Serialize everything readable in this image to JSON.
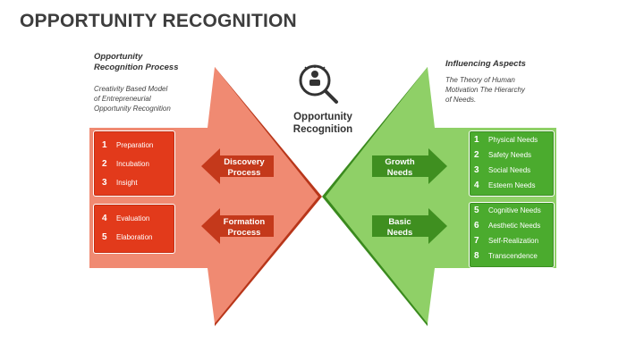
{
  "title": "OPPORTUNITY RECOGNITION",
  "center": {
    "label_line1": "Opportunity",
    "label_line2": "Recognition",
    "icon": "magnifier-idea-icon"
  },
  "left": {
    "heading_line1": "Opportunity",
    "heading_line2": "Recognition Process",
    "desc_line1": "Creativity Based Model",
    "desc_line2": "of Entrepreneurial",
    "desc_line3": "Opportunity Recognition",
    "arrow1_line1": "Discovery",
    "arrow1_line2": "Process",
    "arrow2_line1": "Formation",
    "arrow2_line2": "Process",
    "items": [
      {
        "num": "1",
        "label": "Preparation"
      },
      {
        "num": "2",
        "label": "Incubation"
      },
      {
        "num": "3",
        "label": "Insight"
      },
      {
        "num": "4",
        "label": "Evaluation"
      },
      {
        "num": "5",
        "label": "Elaboration"
      }
    ]
  },
  "right": {
    "heading": "Influencing Aspects",
    "desc_line1": "The Theory of Human",
    "desc_line2": "Motivation The Hierarchy",
    "desc_line3": "of Needs.",
    "arrow1_line1": "Growth",
    "arrow1_line2": "Needs",
    "arrow2_line1": "Basic",
    "arrow2_line2": "Needs",
    "items": [
      {
        "num": "1",
        "label": "Physical Needs"
      },
      {
        "num": "2",
        "label": "Safety Needs"
      },
      {
        "num": "3",
        "label": "Social Needs"
      },
      {
        "num": "4",
        "label": "Esteem Needs"
      },
      {
        "num": "5",
        "label": "Cognitive Needs"
      },
      {
        "num": "6",
        "label": "Aesthetic Needs"
      },
      {
        "num": "7",
        "label": "Self-Realization"
      },
      {
        "num": "8",
        "label": "Transcendence"
      }
    ]
  },
  "colors": {
    "left_light": "#f08a72",
    "left_dark": "#c4391b",
    "left_box": "#e23a1b",
    "right_light": "#8fd067",
    "right_dark": "#3f8f20",
    "right_box": "#4bab2e"
  }
}
